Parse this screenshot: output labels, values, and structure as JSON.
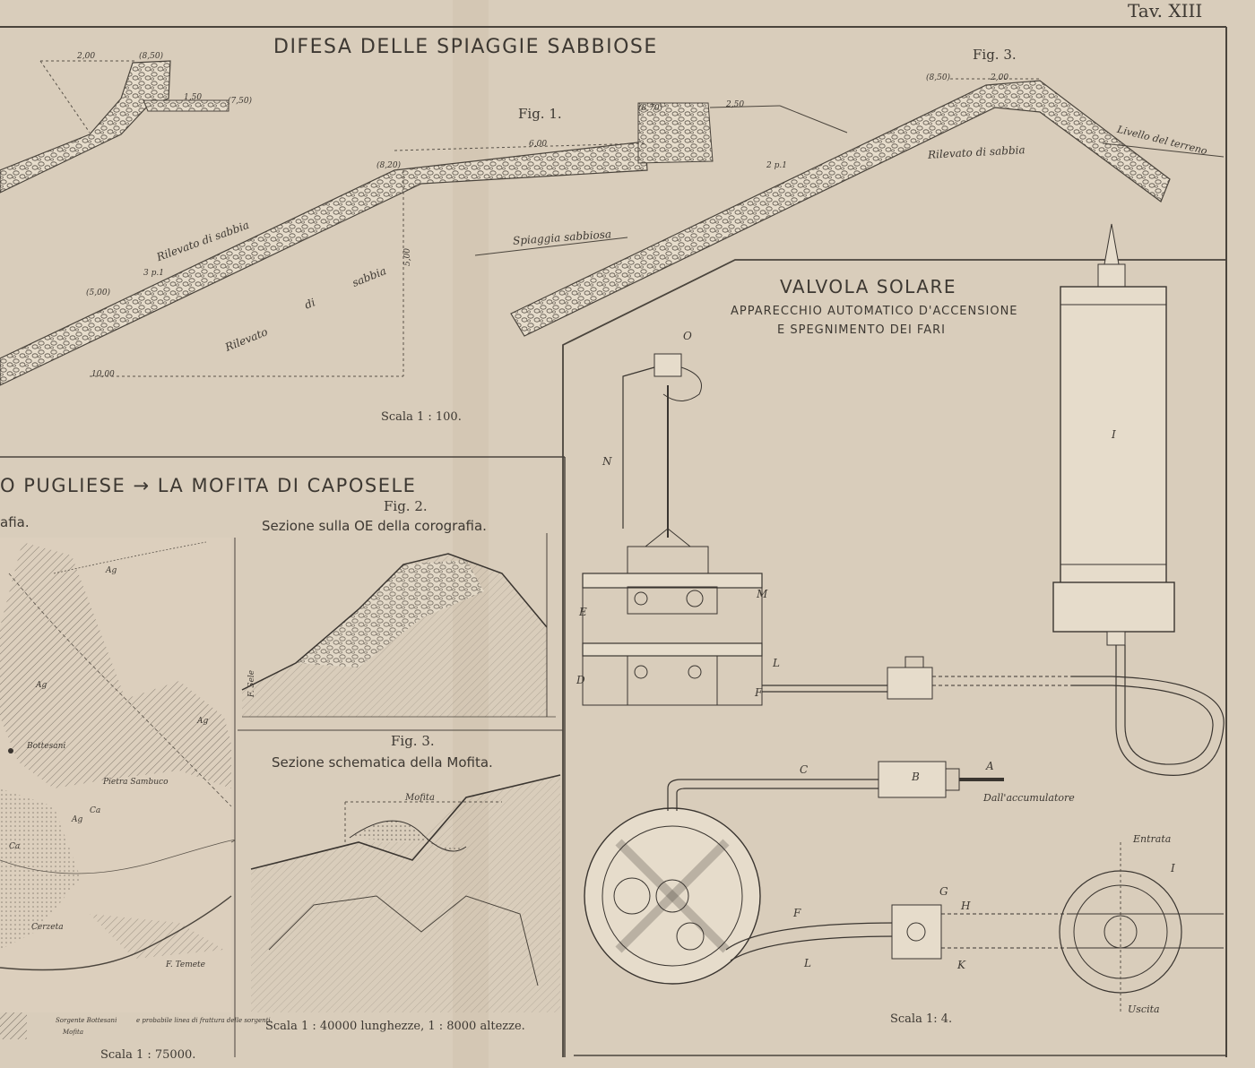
{
  "plate": {
    "number": "Tav. XIII"
  },
  "top_section": {
    "title": "DIFESA DELLE SPIAGGIE SABBIOSE",
    "fig1_label": "Fig. 1.",
    "fig3_label": "Fig. 3.",
    "scale": "Scala 1 : 100.",
    "labels": {
      "rilevato_sabbia_1": "Rilevato di sabbia",
      "rilevato_sabbia_2a": "Rilevato",
      "rilevato_sabbia_2b": "di",
      "rilevato_sabbia_2c": "sabbia",
      "spiaggia_sabbiosa": "Spiaggia sabbiosa",
      "rilevato_sabbia_3": "Rilevato di sabbia",
      "livello_terreno": "Livello del terreno"
    },
    "dims": [
      "2,00",
      "(8,50)",
      "1,50",
      "(7,50)",
      "(5,00)",
      "10,00",
      "(8,20)",
      "6,00",
      "5,00",
      "(8,70)",
      "2,50",
      "(8,50)",
      "2,00",
      "2 p.1",
      "3 p.1"
    ]
  },
  "left_section": {
    "title": "O PUGLIESE → LA MOFITA DI CAPOSELE",
    "coro_label": "afia.",
    "fig2_label": "Fig. 2.",
    "fig2_caption": "Sezione sulla OE della corografia.",
    "fig3_label": "Fig. 3.",
    "fig3_caption": "Sezione schematica della Mofita.",
    "mofita_label": "Mofita",
    "map_scale": "Scala 1 : 75000.",
    "section_scale": "Scala 1 : 40000 lunghezze, 1 : 8000 altezze.",
    "map_labels": [
      "Ag",
      "Ag",
      "Ca",
      "Ca",
      "Ag",
      "Cerzeta",
      "F. Temete",
      "Pietra Sambuco",
      "Ag",
      "Bottesani",
      "F. Sele"
    ],
    "legend": [
      "Sorgente Bottesani",
      "Mofita",
      "e probabile linea di frattura delle sorgenti"
    ]
  },
  "valve_section": {
    "title": "VALVOLA SOLARE",
    "subtitle_1": "APPARECCHIO AUTOMATICO D'ACCENSIONE",
    "subtitle_2": "E SPEGNIMENTO DEI FARI",
    "scale": "Scala 1: 4.",
    "labels": [
      "O",
      "N",
      "M",
      "E",
      "D",
      "L",
      "F",
      "I",
      "C",
      "B",
      "A",
      "G",
      "H",
      "K",
      "L",
      "F",
      "I"
    ],
    "dall_accumulatore": "Dall'accumulatore",
    "entrata": "Entrata",
    "uscita": "Uscita"
  },
  "colors": {
    "paper": "#d9cdbb",
    "ink": "#3d3832"
  }
}
